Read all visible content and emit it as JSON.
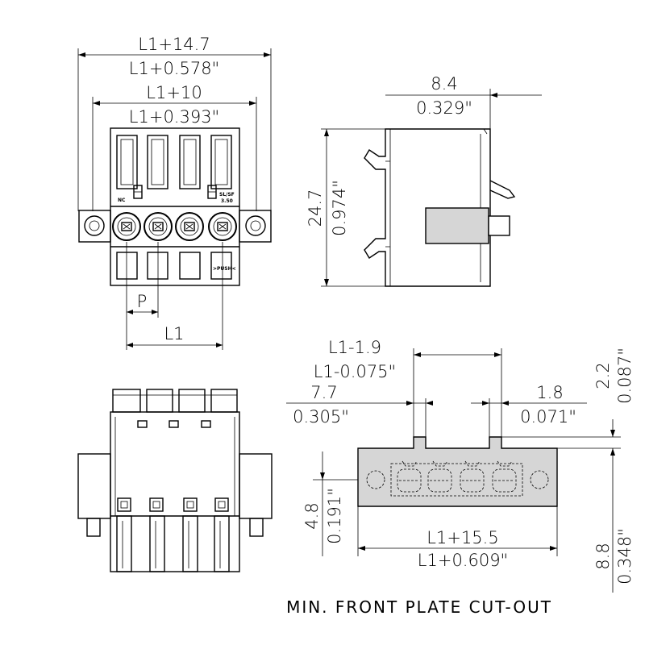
{
  "dims": {
    "top_overall_mm": "L1+14.7",
    "top_overall_in": "L1+0.578\"",
    "top_inner_mm": "L1+10",
    "top_inner_in": "L1+0.393\"",
    "side_width_mm": "8.4",
    "side_width_in": "0.329\"",
    "side_height_mm": "24.7",
    "side_height_in": "0.974\"",
    "pitch_label": "P",
    "length_label": "L1",
    "cut_L1_minus_mm": "L1-1.9",
    "cut_L1_minus_in": "L1-0.075\"",
    "cut_left_mm": "7.7",
    "cut_left_in": "0.305\"",
    "cut_right_mm": "1.8",
    "cut_right_in": "0.071\"",
    "cut_top_mm": "2.2",
    "cut_top_in": "0.087\"",
    "cut_height_mm": "4.8",
    "cut_height_in": "0.191\"",
    "cut_width_mm": "L1+15.5",
    "cut_width_in": "L1+0.609\"",
    "cut_bottom_mm": "8.8",
    "cut_bottom_in": "0.348\""
  },
  "labels": {
    "mark_left": "NC",
    "mark_right_1": "SL/SF",
    "mark_right_2": "3.50",
    "mark_push": ">PUSH<"
  },
  "caption": "MIN. FRONT PLATE CUT-OUT"
}
